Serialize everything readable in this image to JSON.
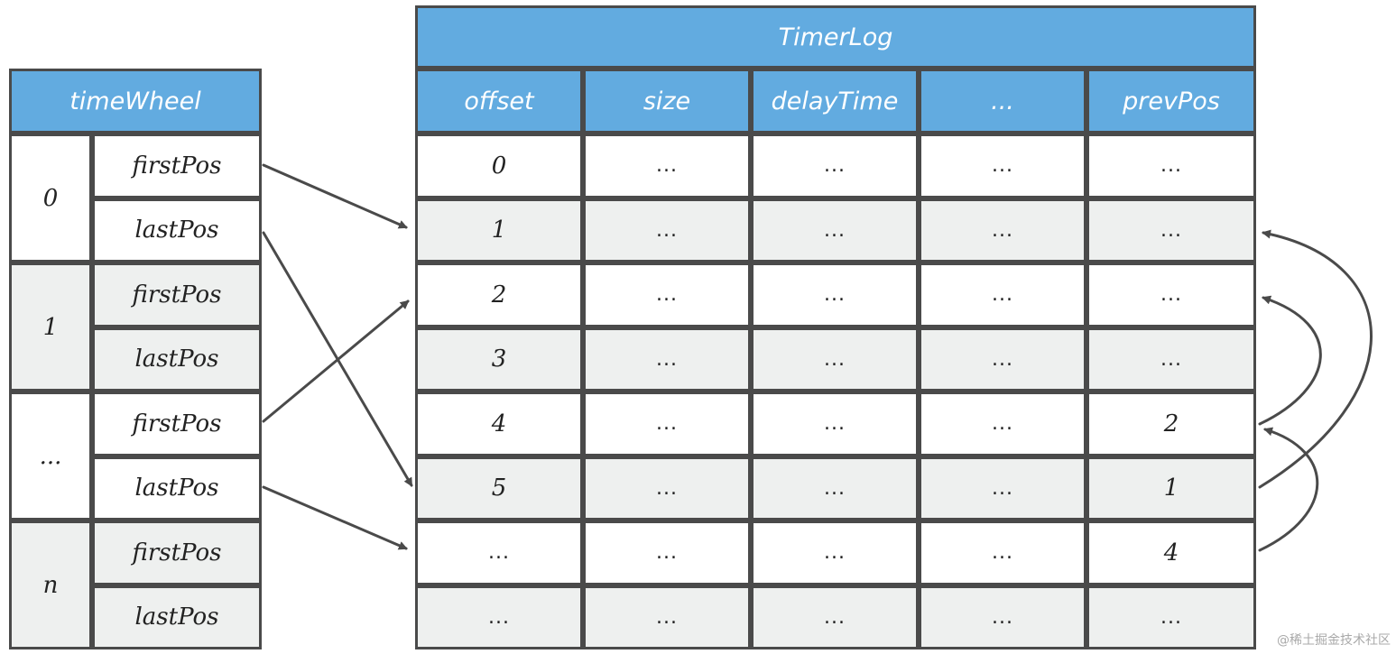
{
  "time_wheel": {
    "title": "timeWheel",
    "slots": [
      {
        "index": "0",
        "first": "firstPos",
        "last": "lastPos"
      },
      {
        "index": "1",
        "first": "firstPos",
        "last": "lastPos"
      },
      {
        "index": "...",
        "first": "firstPos",
        "last": "lastPos"
      },
      {
        "index": "n",
        "first": "firstPos",
        "last": "lastPos"
      }
    ]
  },
  "timer_log": {
    "title": "TimerLog",
    "columns": [
      "offset",
      "size",
      "delayTime",
      "...",
      "prevPos"
    ],
    "rows": [
      [
        "0",
        "...",
        "...",
        "...",
        "..."
      ],
      [
        "1",
        "...",
        "...",
        "...",
        "..."
      ],
      [
        "2",
        "...",
        "...",
        "...",
        "..."
      ],
      [
        "3",
        "...",
        "...",
        "...",
        "..."
      ],
      [
        "4",
        "...",
        "...",
        "...",
        "2"
      ],
      [
        "5",
        "...",
        "...",
        "...",
        "1"
      ],
      [
        "...",
        "...",
        "...",
        "...",
        "4"
      ],
      [
        "...",
        "...",
        "...",
        "...",
        "..."
      ]
    ]
  },
  "watermark": "@稀土掘金技术社区"
}
